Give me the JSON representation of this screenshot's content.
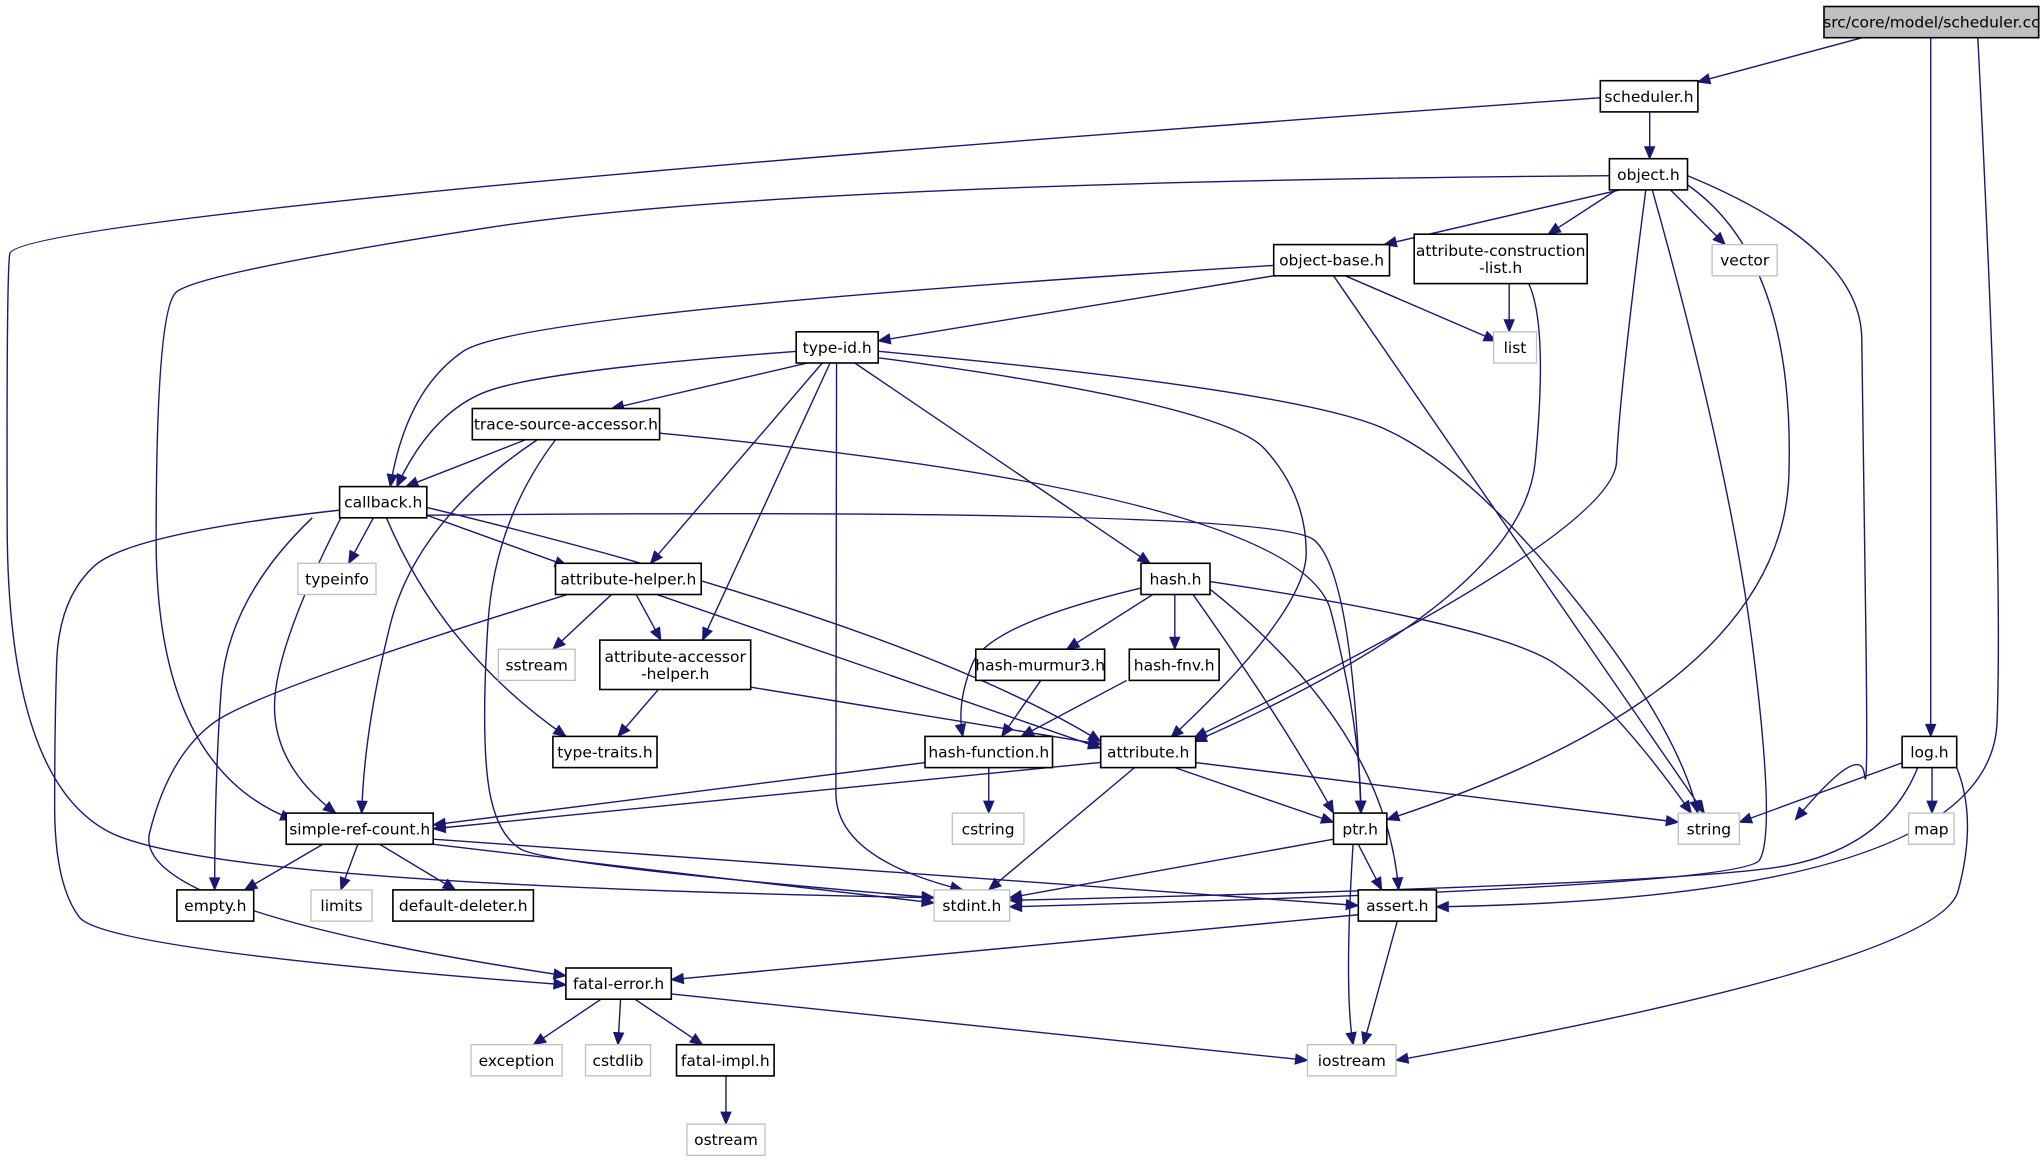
{
  "nodes": [
    {
      "id": "scheduler_cc",
      "label": "src/core/model/scheduler.cc",
      "kind": "root"
    },
    {
      "id": "scheduler_h",
      "label": "scheduler.h",
      "kind": "local"
    },
    {
      "id": "object_h",
      "label": "object.h",
      "kind": "local"
    },
    {
      "id": "object_base_h",
      "label": "object-base.h",
      "kind": "local"
    },
    {
      "id": "attr_constr_list_h",
      "label": [
        "attribute-construction",
        "-list.h"
      ],
      "kind": "local"
    },
    {
      "id": "vector",
      "label": "vector",
      "kind": "system"
    },
    {
      "id": "list",
      "label": "list",
      "kind": "system"
    },
    {
      "id": "type_id_h",
      "label": "type-id.h",
      "kind": "local"
    },
    {
      "id": "trace_src_acc_h",
      "label": "trace-source-accessor.h",
      "kind": "local"
    },
    {
      "id": "callback_h",
      "label": "callback.h",
      "kind": "local"
    },
    {
      "id": "typeinfo",
      "label": "typeinfo",
      "kind": "system"
    },
    {
      "id": "attr_helper_h",
      "label": "attribute-helper.h",
      "kind": "local"
    },
    {
      "id": "sstream",
      "label": "sstream",
      "kind": "system"
    },
    {
      "id": "attr_acc_helper_h",
      "label": [
        "attribute-accessor",
        "-helper.h"
      ],
      "kind": "local"
    },
    {
      "id": "type_traits_h",
      "label": "type-traits.h",
      "kind": "local"
    },
    {
      "id": "hash_h",
      "label": "hash.h",
      "kind": "local"
    },
    {
      "id": "hash_murmur3_h",
      "label": "hash-murmur3.h",
      "kind": "local"
    },
    {
      "id": "hash_fnv_h",
      "label": "hash-fnv.h",
      "kind": "local"
    },
    {
      "id": "hash_function_h",
      "label": "hash-function.h",
      "kind": "local"
    },
    {
      "id": "attribute_h",
      "label": "attribute.h",
      "kind": "local"
    },
    {
      "id": "log_h",
      "label": "log.h",
      "kind": "local"
    },
    {
      "id": "cstring",
      "label": "cstring",
      "kind": "system"
    },
    {
      "id": "string",
      "label": "string",
      "kind": "system"
    },
    {
      "id": "map",
      "label": "map",
      "kind": "system"
    },
    {
      "id": "simple_ref_count_h",
      "label": "simple-ref-count.h",
      "kind": "local"
    },
    {
      "id": "ptr_h",
      "label": "ptr.h",
      "kind": "local"
    },
    {
      "id": "empty_h",
      "label": "empty.h",
      "kind": "local"
    },
    {
      "id": "limits",
      "label": "limits",
      "kind": "system"
    },
    {
      "id": "default_deleter_h",
      "label": "default-deleter.h",
      "kind": "local"
    },
    {
      "id": "stdint_h",
      "label": "stdint.h",
      "kind": "system"
    },
    {
      "id": "assert_h",
      "label": "assert.h",
      "kind": "local"
    },
    {
      "id": "fatal_error_h",
      "label": "fatal-error.h",
      "kind": "local"
    },
    {
      "id": "exception",
      "label": "exception",
      "kind": "system"
    },
    {
      "id": "cstdlib",
      "label": "cstdlib",
      "kind": "system"
    },
    {
      "id": "fatal_impl_h",
      "label": "fatal-impl.h",
      "kind": "local"
    },
    {
      "id": "iostream",
      "label": "iostream",
      "kind": "system"
    },
    {
      "id": "ostream",
      "label": "ostream",
      "kind": "system"
    }
  ],
  "edges": [
    [
      "scheduler_cc",
      "scheduler_h"
    ],
    [
      "scheduler_cc",
      "log_h"
    ],
    [
      "scheduler_cc",
      "assert_h"
    ],
    [
      "scheduler_h",
      "object_h"
    ],
    [
      "scheduler_h",
      "stdint_h"
    ],
    [
      "object_h",
      "object_base_h"
    ],
    [
      "object_h",
      "attr_constr_list_h"
    ],
    [
      "object_h",
      "vector"
    ],
    [
      "object_h",
      "simple_ref_count_h"
    ],
    [
      "object_h",
      "attribute_h"
    ],
    [
      "object_h",
      "ptr_h"
    ],
    [
      "object_h",
      "string"
    ],
    [
      "object_h",
      "stdint_h"
    ],
    [
      "object_base_h",
      "type_id_h"
    ],
    [
      "object_base_h",
      "list"
    ],
    [
      "object_base_h",
      "callback_h"
    ],
    [
      "object_base_h",
      "string"
    ],
    [
      "attr_constr_list_h",
      "list"
    ],
    [
      "attr_constr_list_h",
      "attribute_h"
    ],
    [
      "type_id_h",
      "trace_src_acc_h"
    ],
    [
      "type_id_h",
      "callback_h"
    ],
    [
      "type_id_h",
      "attr_helper_h"
    ],
    [
      "type_id_h",
      "attr_acc_helper_h"
    ],
    [
      "type_id_h",
      "hash_h"
    ],
    [
      "type_id_h",
      "attribute_h"
    ],
    [
      "type_id_h",
      "string"
    ],
    [
      "type_id_h",
      "stdint_h"
    ],
    [
      "trace_src_acc_h",
      "callback_h"
    ],
    [
      "trace_src_acc_h",
      "simple_ref_count_h"
    ],
    [
      "trace_src_acc_h",
      "ptr_h"
    ],
    [
      "trace_src_acc_h",
      "stdint_h"
    ],
    [
      "callback_h",
      "typeinfo"
    ],
    [
      "callback_h",
      "attr_helper_h"
    ],
    [
      "callback_h",
      "type_traits_h"
    ],
    [
      "callback_h",
      "attribute_h"
    ],
    [
      "callback_h",
      "ptr_h"
    ],
    [
      "callback_h",
      "simple_ref_count_h"
    ],
    [
      "callback_h",
      "empty_h"
    ],
    [
      "callback_h",
      "fatal_error_h"
    ],
    [
      "attr_helper_h",
      "sstream"
    ],
    [
      "attr_helper_h",
      "attr_acc_helper_h"
    ],
    [
      "attr_helper_h",
      "attribute_h"
    ],
    [
      "attr_helper_h",
      "fatal_error_h"
    ],
    [
      "attr_acc_helper_h",
      "type_traits_h"
    ],
    [
      "attr_acc_helper_h",
      "attribute_h"
    ],
    [
      "hash_h",
      "hash_murmur3_h"
    ],
    [
      "hash_h",
      "hash_fnv_h"
    ],
    [
      "hash_h",
      "hash_function_h"
    ],
    [
      "hash_h",
      "ptr_h"
    ],
    [
      "hash_h",
      "assert_h"
    ],
    [
      "hash_h",
      "string"
    ],
    [
      "hash_murmur3_h",
      "hash_function_h"
    ],
    [
      "hash_fnv_h",
      "hash_function_h"
    ],
    [
      "hash_function_h",
      "cstring"
    ],
    [
      "hash_function_h",
      "simple_ref_count_h"
    ],
    [
      "attribute_h",
      "simple_ref_count_h"
    ],
    [
      "attribute_h",
      "ptr_h"
    ],
    [
      "attribute_h",
      "string"
    ],
    [
      "attribute_h",
      "stdint_h"
    ],
    [
      "log_h",
      "string"
    ],
    [
      "log_h",
      "map"
    ],
    [
      "log_h",
      "stdint_h"
    ],
    [
      "log_h",
      "iostream"
    ],
    [
      "simple_ref_count_h",
      "empty_h"
    ],
    [
      "simple_ref_count_h",
      "limits"
    ],
    [
      "simple_ref_count_h",
      "default_deleter_h"
    ],
    [
      "simple_ref_count_h",
      "stdint_h"
    ],
    [
      "simple_ref_count_h",
      "assert_h"
    ],
    [
      "ptr_h",
      "assert_h"
    ],
    [
      "ptr_h",
      "stdint_h"
    ],
    [
      "ptr_h",
      "iostream"
    ],
    [
      "assert_h",
      "fatal_error_h"
    ],
    [
      "assert_h",
      "iostream"
    ],
    [
      "fatal_error_h",
      "exception"
    ],
    [
      "fatal_error_h",
      "cstdlib"
    ],
    [
      "fatal_error_h",
      "fatal_impl_h"
    ],
    [
      "fatal_error_h",
      "iostream"
    ],
    [
      "fatal_impl_h",
      "ostream"
    ]
  ],
  "colors": {
    "edge": "#191970",
    "system_border": "#bfbfbf",
    "root_fill": "#bfbfbf"
  }
}
